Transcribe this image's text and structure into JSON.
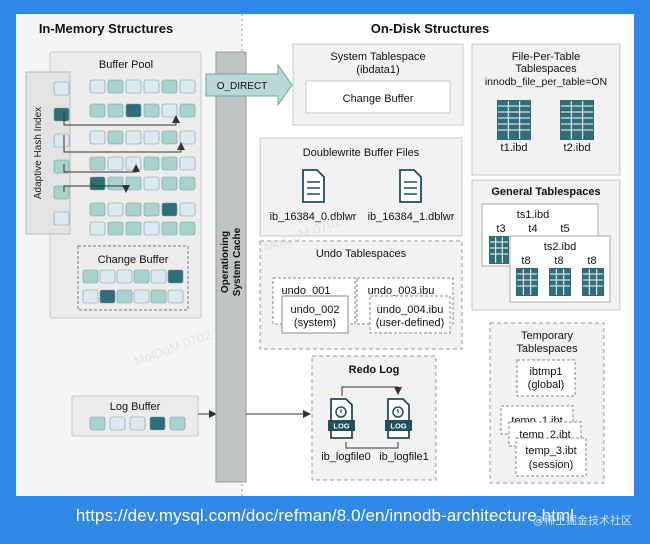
{
  "sections": {
    "in_memory": "In-Memory Structures",
    "on_disk": "On-Disk Structures"
  },
  "buffer_pool": {
    "title": "Buffer Pool"
  },
  "adaptive_hash_index": {
    "label": "Adaptive Hash Index"
  },
  "change_buffer_mem": {
    "title": "Change Buffer"
  },
  "log_buffer": {
    "title": "Log Buffer"
  },
  "os_cache": {
    "label_line1": "Operationing",
    "label_line2": "System Cache"
  },
  "o_direct": {
    "label": "O_DIRECT"
  },
  "system_tablespace": {
    "title_line1": "System Tablespace",
    "title_line2": "(ibdata1)",
    "inner": "Change Buffer"
  },
  "file_per_table": {
    "title_line1": "File-Per-Table",
    "title_line2": "Tablespaces",
    "subtitle": "innodb_file_per_table=ON",
    "files": [
      "t1.ibd",
      "t2.ibd"
    ]
  },
  "doublewrite": {
    "title": "Doublewrite Buffer Files",
    "files": [
      "ib_16384_0.dblwr",
      "ib_16384_1.dblwr"
    ]
  },
  "general_tablespaces": {
    "title": "General Tablespaces",
    "file1": "ts1.ibd",
    "file1_tables": [
      "t3",
      "t4",
      "t5"
    ],
    "file2": "ts2.ibd",
    "file2_tables": [
      "t8",
      "t8",
      "t8"
    ]
  },
  "undo": {
    "title": "Undo Tablespaces",
    "a_back": "undo_001",
    "a_front_line1": "undo_002",
    "a_front_line2": "(system)",
    "b_back": "undo_003.ibu",
    "b_front_line1": "undo_004.ibu",
    "b_front_line2": "(user-defined)"
  },
  "temporary": {
    "title_line1": "Temporary",
    "title_line2": "Tablespaces",
    "global_line1": "ibtmp1",
    "global_line2": "(global)",
    "session_files": [
      "temp_1.ibt",
      "temp_2.ibt",
      "temp_3.ibt"
    ],
    "session_label": "(session)"
  },
  "redo_log": {
    "title": "Redo Log",
    "icon_label": "LOG",
    "files": [
      "ib_logfile0",
      "ib_logfile1"
    ]
  },
  "watermark": "MolDuM 0702",
  "url": "https://dev.mysql.com/doc/refman/8.0/en/innodb-architecture.html",
  "brand_watermark": "@稀土掘金技术社区",
  "colors": {
    "page_bg": "#2f87e6",
    "block_teal": "#a8d3cd",
    "block_dark": "#2f6d7a",
    "block_light": "#dde9f2",
    "panel_grey": "#f2f2f2"
  }
}
